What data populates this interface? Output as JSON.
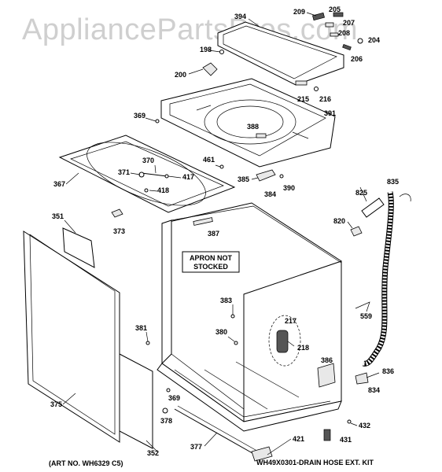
{
  "watermark": "AppliancePartsPros.com",
  "note": {
    "line1": "APRON NOT",
    "line2": "STOCKED"
  },
  "footer": {
    "art_no": "(ART NO. WH6329 C5)",
    "kit": "WH49X0301-DRAIN HOSE EXT. KIT"
  },
  "parts": [
    "394",
    "209",
    "205",
    "207",
    "208",
    "204",
    "206",
    "198",
    "200",
    "215",
    "216",
    "391",
    "388",
    "369",
    "461",
    "370",
    "417",
    "371",
    "418",
    "367",
    "385",
    "384",
    "390",
    "835",
    "825",
    "820",
    "373",
    "387",
    "351",
    "383",
    "381",
    "380",
    "217",
    "218",
    "559",
    "386",
    "836",
    "834",
    "375",
    "369",
    "378",
    "352",
    "377",
    "421",
    "432",
    "431"
  ]
}
